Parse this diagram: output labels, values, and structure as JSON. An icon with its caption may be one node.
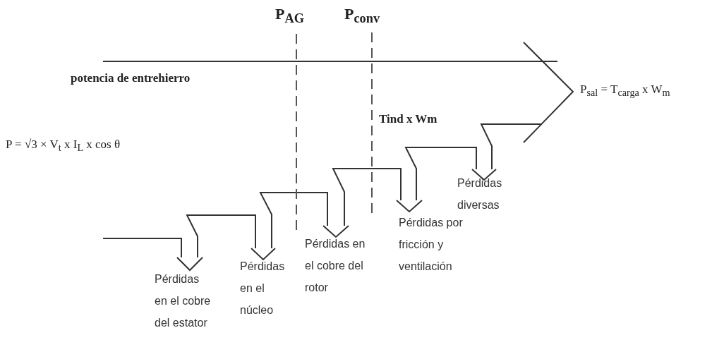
{
  "diagram": {
    "labels": [
      "P$_{AG}$",
      "P$_{conv}$",
      "potencia de entrehierro",
      "P$_{sal}$ = T$_{carga}$ x W$_{m}$",
      "P = √3 × V$_{t}$ x I$_{L}$ x cos θ",
      "Tind x Wm",
      "Pérdidas diversas",
      "Pérdidas por fricción y ventilación",
      "Pérdidas en el cobre del rotor",
      "Pérdidas en el núcleo",
      "Pérdidas en el cobre del estator"
    ]
  }
}
